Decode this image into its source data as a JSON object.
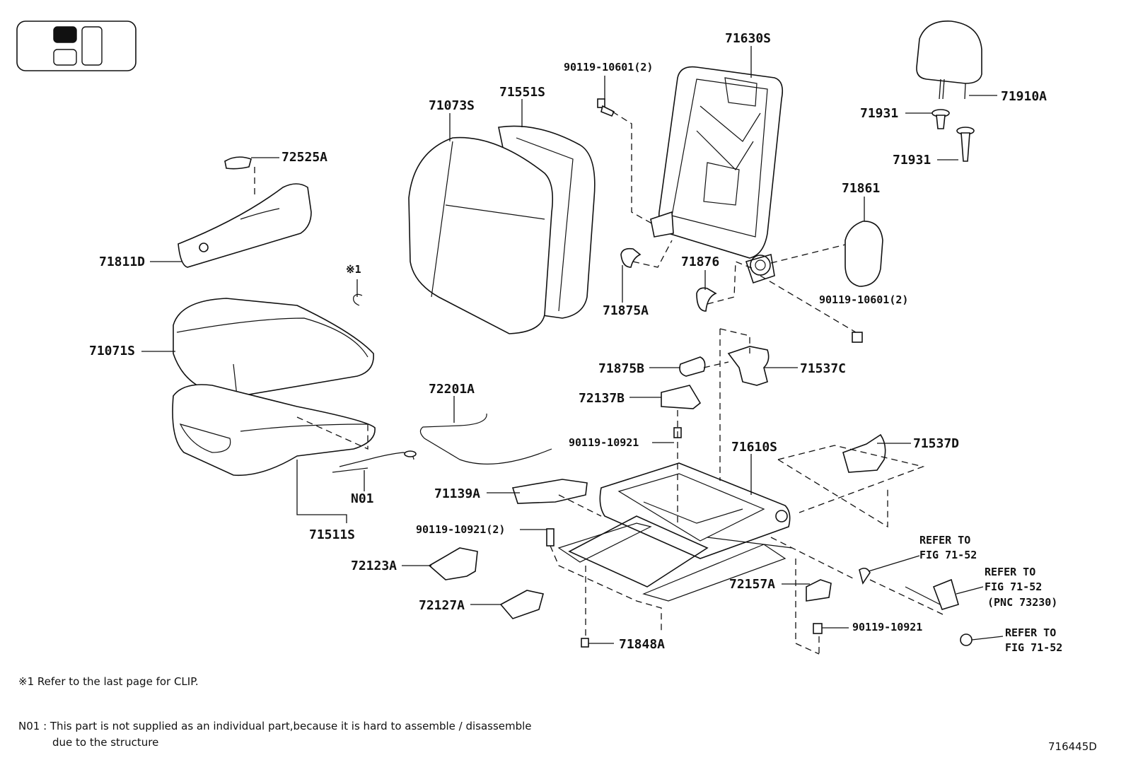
{
  "labels": {
    "p71630S": "71630S",
    "p90119_10601_2a": "90119-10601(2)",
    "p71910A": "71910A",
    "p71931a": "71931",
    "p71931b": "71931",
    "p71073S": "71073S",
    "p71551S": "71551S",
    "p72525A": "72525A",
    "p71861": "71861",
    "p71811D": "71811D",
    "p_clip_ref": "※1",
    "p71876": "71876",
    "p71875A": "71875A",
    "p90119_10601_2b": "90119-10601(2)",
    "p71071S": "71071S",
    "p71875B": "71875B",
    "p71537C": "71537C",
    "p72201A": "72201A",
    "p72137B": "72137B",
    "p90119_10921a": "90119-10921",
    "p71610S": "71610S",
    "p71537D": "71537D",
    "pN01": "N01",
    "p71139A": "71139A",
    "p71511S": "71511S",
    "p90119_10921_2": "90119-10921(2)",
    "refer1_line1": "REFER TO",
    "refer1_line2": "FIG 71-52",
    "p72123A": "72123A",
    "refer2_line1": "REFER TO",
    "refer2_line2": "FIG 71-52",
    "refer2_line3": "(PNC 73230)",
    "p72157A": "72157A",
    "p72127A": "72127A",
    "p90119_10921b": "90119-10921",
    "refer3_line1": "REFER TO",
    "refer3_line2": "FIG 71-52",
    "p71848A": "71848A"
  },
  "notes": {
    "clip_note": "※1 Refer to the last page for CLIP.",
    "n01_line1": "N01 : This part is not supplied as an individual part,because it is hard to assemble / disassemble",
    "n01_line2": "due to the structure",
    "figure_id": "716445D"
  }
}
